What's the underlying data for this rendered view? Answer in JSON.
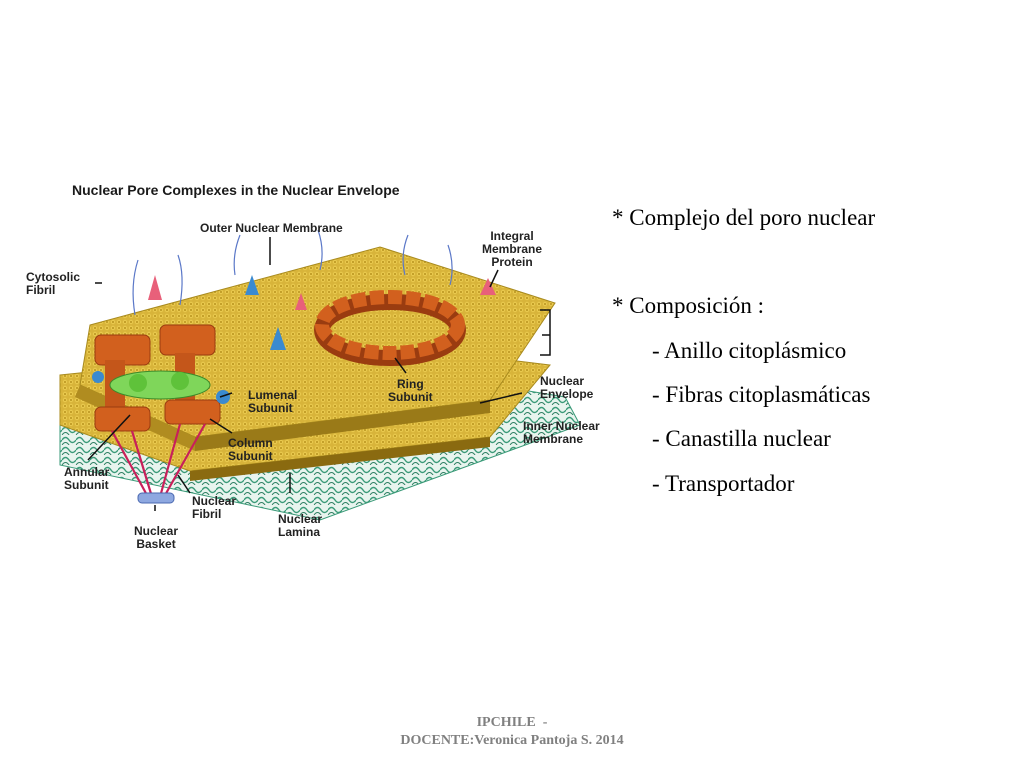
{
  "diagram": {
    "title": "Nuclear Pore Complexes in the Nuclear Envelope",
    "labels": {
      "outer_membrane": "Outer Nuclear Membrane",
      "integral_protein": "Integral\nMembrane\nProtein",
      "cytosolic_fibril": "Cytosolic\nFibril",
      "nuclear_envelope": "Nuclear\nEnvelope",
      "inner_membrane": "Inner Nuclear\nMembrane",
      "ring_subunit": "Ring\nSubunit",
      "lumenal_subunit": "Lumenal\nSubunit",
      "column_subunit": "Column\nSubunit",
      "annular_subunit": "Annular\nSubunit",
      "nuclear_fibril": "Nuclear\nFibril",
      "nuclear_lamina": "Nuclear\nLamina",
      "nuclear_basket": "Nuclear\nBasket"
    },
    "colors": {
      "membrane": "#d8b43a",
      "membrane_edge": "#a88a1e",
      "lamina": "#3a9a78",
      "pore": "#d2601e",
      "pore_dark": "#9a3c10",
      "transporter": "#7fd65a",
      "fibril_pink": "#c8205a",
      "protein_blue": "#3a8ad0",
      "protein_pink": "#e8607a"
    }
  },
  "content": {
    "items": [
      "* Complejo del poro nuclear",
      "* Composición :",
      "- Anillo citoplásmico",
      "- Fibras citoplasmáticas",
      "- Canastilla nuclear",
      "- Transportador"
    ]
  },
  "footer": {
    "line1": "IPCHILE  -",
    "line2": "DOCENTE:Veronica Pantoja S. 2014"
  }
}
